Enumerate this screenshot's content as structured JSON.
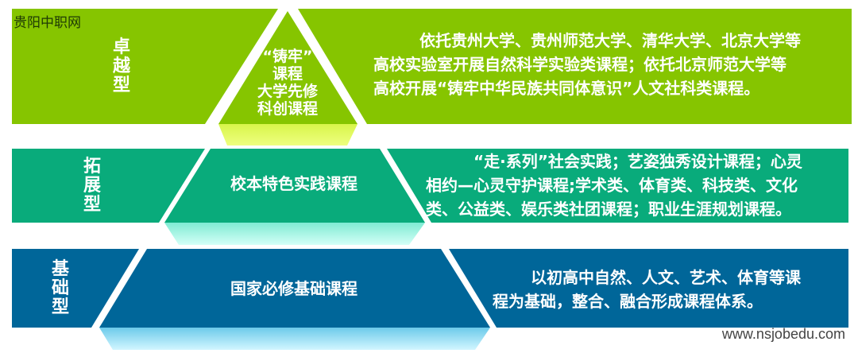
{
  "watermark": "贵阳中职网",
  "footer_url": "www.nsjobedu.com",
  "colors": {
    "tier_top": "#86C500",
    "tier_top_shadow": "#E4FA66",
    "tier_mid": "#09AB7B",
    "tier_mid_shadow": "#B8FBEF",
    "tier_base": "#006699",
    "tier_base_shadow": "#A6E7FA",
    "background": "#FFFFFF"
  },
  "tiers": [
    {
      "type_label": "卓越型",
      "type_chars": [
        "卓",
        "越",
        "型"
      ],
      "center_label_lines": [
        "“铸牢”",
        "课程",
        "大学先修",
        "科创课程"
      ],
      "description_lines": [
        "依托贵州大学、贵州师范大学、清华大学、北京大学等",
        "高校实验室开展自然科学实验类课程；依托北京师范大学等",
        "高校开展“铸牢中华民族共同体意识”人文社科类课程。"
      ]
    },
    {
      "type_label": "拓展型",
      "type_chars": [
        "拓",
        "展",
        "型"
      ],
      "center_label_lines": [
        "校本特色实践课程"
      ],
      "description_lines": [
        "“走·系列”社会实践；艺姿独秀设计课程；心灵",
        "相约—心灵守护课程;学术类、体育类、科技类、文化",
        "类、公益类、娱乐类社团课程；职业生涯规划课程。"
      ]
    },
    {
      "type_label": "基础型",
      "type_chars": [
        "基",
        "础",
        "型"
      ],
      "center_label_lines": [
        "国家必修基础课程"
      ],
      "description_lines": [
        "以初高中自然、人文、艺术、体育等课",
        "程为基础，整合、融合形成课程体系。"
      ]
    }
  ]
}
